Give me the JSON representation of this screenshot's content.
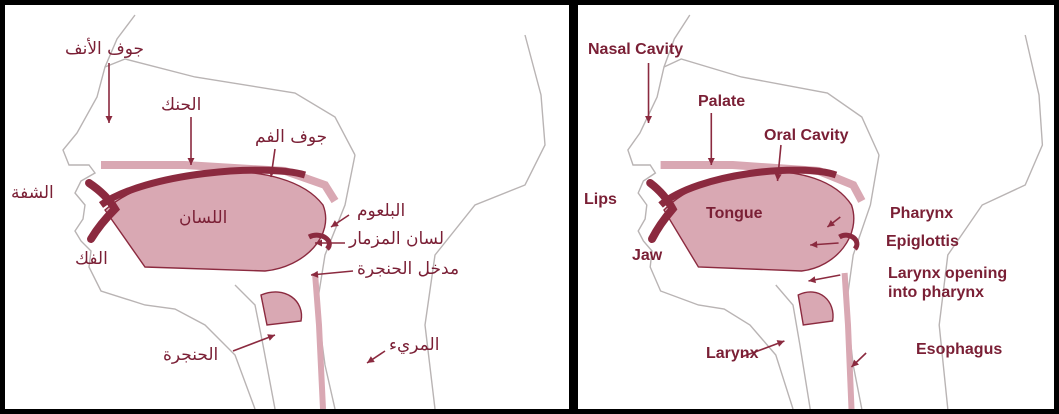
{
  "colors": {
    "label": "#7a1f35",
    "outline": "#b9b4b4",
    "tissue": "#8b2a3f",
    "tissue_light": "#d9a8b3",
    "border": "#000000"
  },
  "arabic": {
    "nasal_cavity": "جوف الأنف",
    "palate": "الحنك",
    "oral_cavity": "جوف الفم",
    "lips": "الشفة",
    "tongue": "اللسان",
    "jaw": "الفك",
    "pharynx": "البلعوم",
    "epiglottis": "لسان المزمار",
    "larynx_opening": "مدخل الحنجرة",
    "larynx": "الحنجرة",
    "esophagus": "المريء"
  },
  "english": {
    "nasal_cavity": "Nasal Cavity",
    "palate": "Palate",
    "oral_cavity": "Oral Cavity",
    "lips": "Lips",
    "tongue": "Tongue",
    "jaw": "Jaw",
    "pharynx": "Pharynx",
    "epiglottis": "Epiglottis",
    "larynx_opening_line1": "Larynx opening",
    "larynx_opening_line2": "into pharynx",
    "larynx": "Larynx",
    "esophagus": "Esophagus"
  }
}
